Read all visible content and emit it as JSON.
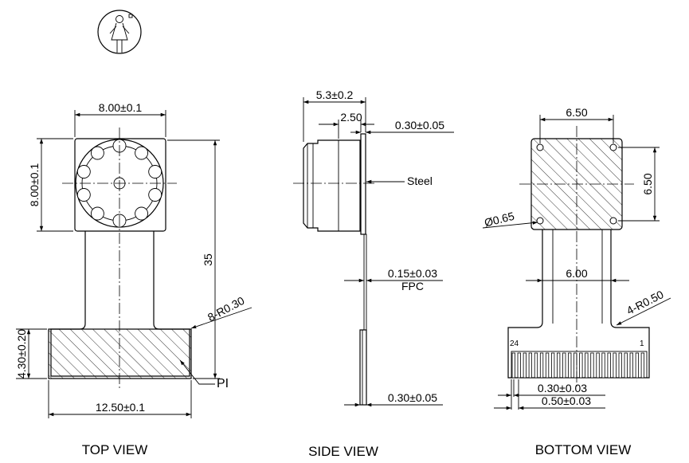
{
  "top_view": {
    "title": "TOP VIEW",
    "dim_width": "8.00±0.1",
    "dim_height": "8.00±0.1",
    "dim_length": "35",
    "dim_radius": "8-R0.30",
    "dim_stiffener_height": "4.30±0.20",
    "dim_stiffener_width": "12.50±0.1",
    "label_pi": "PI"
  },
  "side_view": {
    "title": "SIDE VIEW",
    "dim_total": "5.3±0.2",
    "dim_lens": "2.50",
    "dim_plate": "0.30±0.05",
    "label_steel": "Steel",
    "dim_fpc": "0.15±0.03",
    "label_fpc": "FPC",
    "dim_tail": "0.30±0.05"
  },
  "bottom_view": {
    "title": "BOTTOM VIEW",
    "dim_hole_x": "6.50",
    "dim_hole_y": "6.50",
    "dim_hole_dia": "Ø0.65",
    "dim_flex_width": "6.00",
    "dim_radius": "4-R0.50",
    "pin_first": "24",
    "pin_last": "1",
    "dim_pin_width": "0.30±0.03",
    "dim_pin_pitch": "0.50±0.03"
  }
}
